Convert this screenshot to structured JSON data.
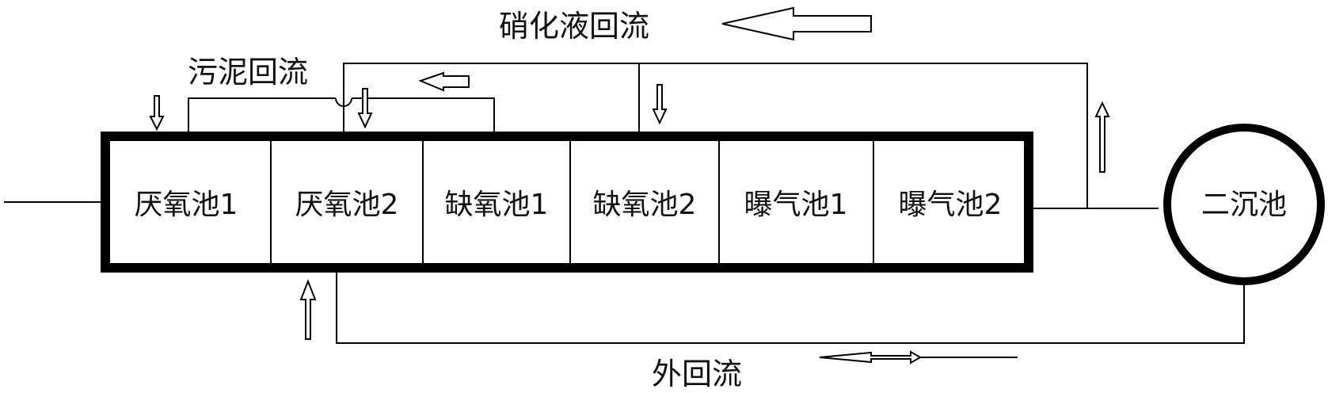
{
  "labels": {
    "nitrate_recycle": "硝化液回流",
    "sludge_recycle": "污泥回流",
    "external_recycle": "外回流"
  },
  "tanks": [
    {
      "id": "anaerobic-1",
      "label": "厌氧池1"
    },
    {
      "id": "anaerobic-2",
      "label": "厌氧池2"
    },
    {
      "id": "anoxic-1",
      "label": "缺氧池1"
    },
    {
      "id": "anoxic-2",
      "label": "缺氧池2"
    },
    {
      "id": "aerobic-1",
      "label": "曝气池1"
    },
    {
      "id": "aerobic-2",
      "label": "曝气池2"
    }
  ],
  "clarifier": {
    "label": "二沉池"
  },
  "colors": {
    "line": "#000000",
    "background": "#ffffff"
  }
}
